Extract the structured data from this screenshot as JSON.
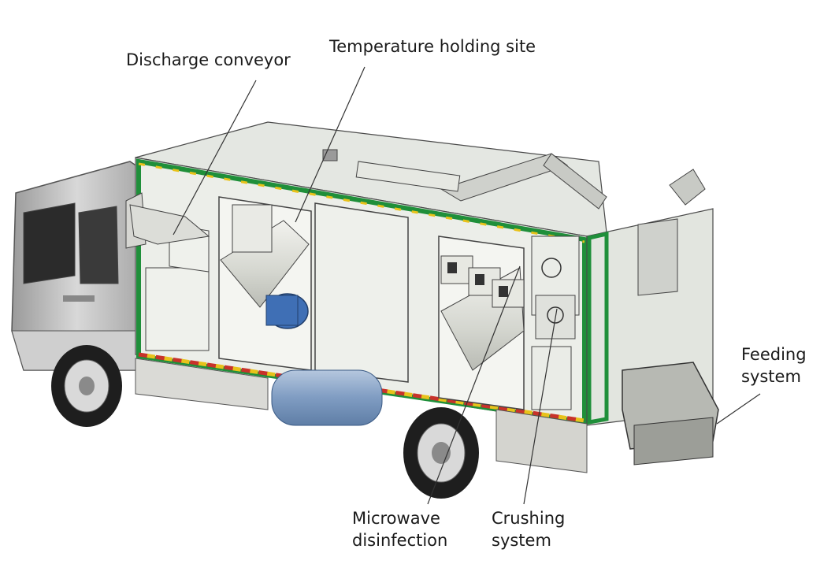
{
  "labels": {
    "discharge_conveyor": "Discharge conveyor",
    "temperature_holding_site": "Temperature holding site",
    "feeding_system": [
      "Feeding",
      "system"
    ],
    "microwave_disinfection": [
      "Microwave",
      "disinfection"
    ],
    "crushing_system": [
      "Crushing",
      "system"
    ]
  },
  "colors": {
    "body_panel": "#e9ecea",
    "frame_green": "#1f8f3a",
    "reflector_red": "#c8322a",
    "reflector_yellow": "#e8c21a",
    "motor_blue": "#3f6fb5",
    "tank_blue": "#8fa9c9",
    "cab_gray": "#bdbdbd",
    "outline": "#4a4a4a"
  }
}
